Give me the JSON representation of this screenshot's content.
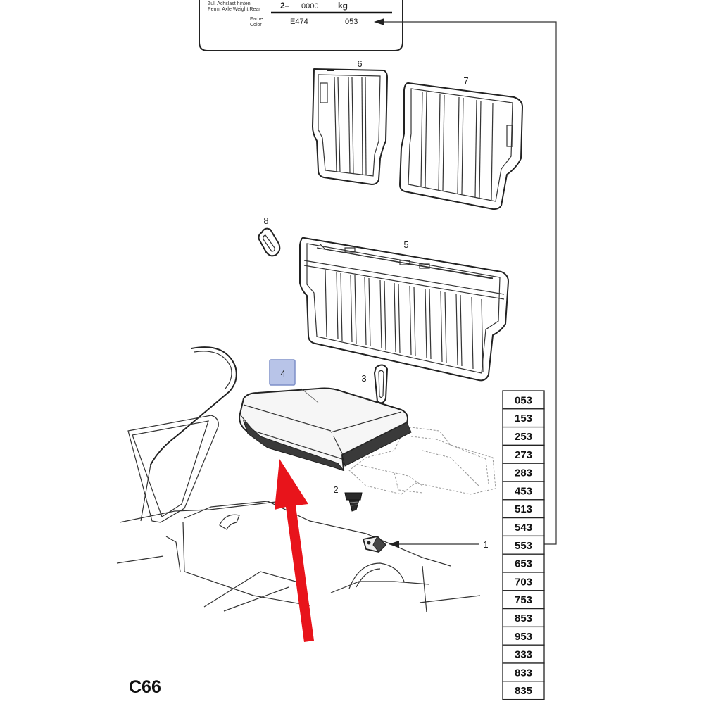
{
  "label_plate": {
    "row1_small": "Zul. Achslast hinten",
    "row2_small": "Perm. Axle Weight Rear",
    "weight_prefix": "2–",
    "weight_value": "0000",
    "weight_unit": "kg",
    "color_label_1": "Farbe",
    "color_label_2": "Color",
    "paint_code": "E474",
    "trim_code": "053"
  },
  "callouts": {
    "c1": "1",
    "c2": "2",
    "c3": "3",
    "c4": "4",
    "c5": "5",
    "c6": "6",
    "c7": "7",
    "c8": "8"
  },
  "code_table": [
    "053",
    "153",
    "253",
    "273",
    "283",
    "453",
    "513",
    "543",
    "553",
    "653",
    "703",
    "753",
    "853",
    "953",
    "333",
    "833",
    "835"
  ],
  "diagram_id": "C66",
  "colors": {
    "highlight_fill": "#b8c4e8",
    "highlight_stroke": "#7d8fc8",
    "arrow": "#e8141b"
  }
}
